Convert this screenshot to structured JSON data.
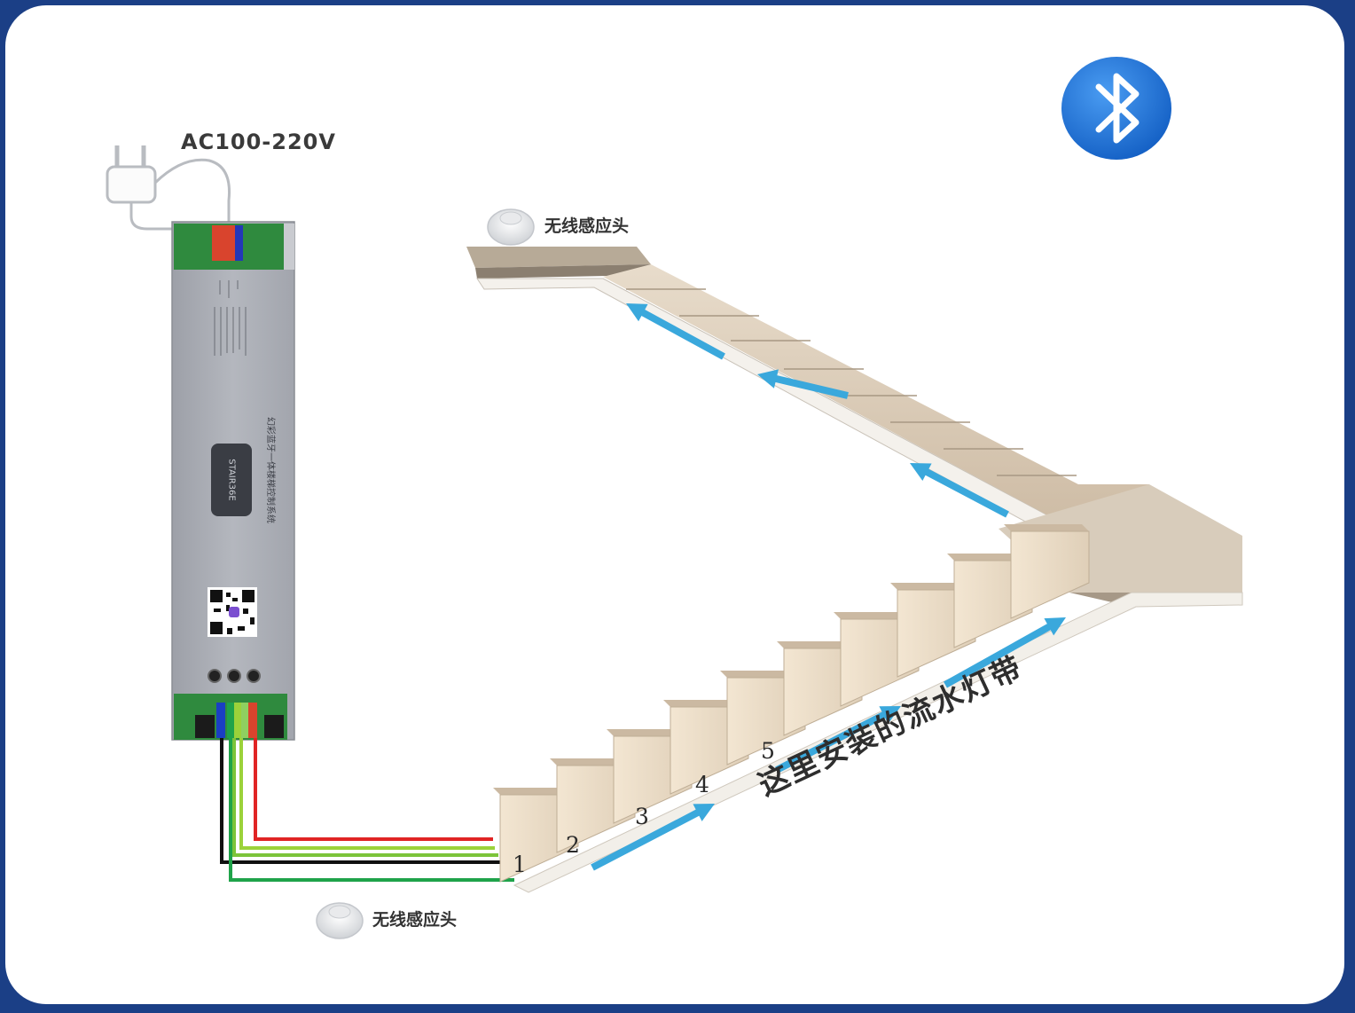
{
  "power": {
    "voltage_label": "AC100-220V"
  },
  "sensors": {
    "top_label": "无线感应头",
    "bottom_label": "无线感应头"
  },
  "controller": {
    "model": "STAIR36E",
    "side_text": "幻彩蓝牙一体楼梯控制系统"
  },
  "strip_label": "这里安装的流水灯带",
  "step_numbers": [
    "1",
    "2",
    "3",
    "4",
    "5"
  ],
  "icons": {
    "bluetooth": "bluetooth-icon",
    "plug": "power-plug-icon",
    "sensor": "motion-sensor-icon",
    "qr": "qr-code-icon"
  },
  "colors": {
    "border": "#1b3f86",
    "bluetooth": "#1e73d8",
    "arrow": "#3aa8dc",
    "wire_red": "#e02424",
    "wire_yellowgreen": "#9bd23a",
    "wire_black": "#111111",
    "wire_green": "#1fa34a",
    "wire_blue": "#1a3fc4"
  }
}
